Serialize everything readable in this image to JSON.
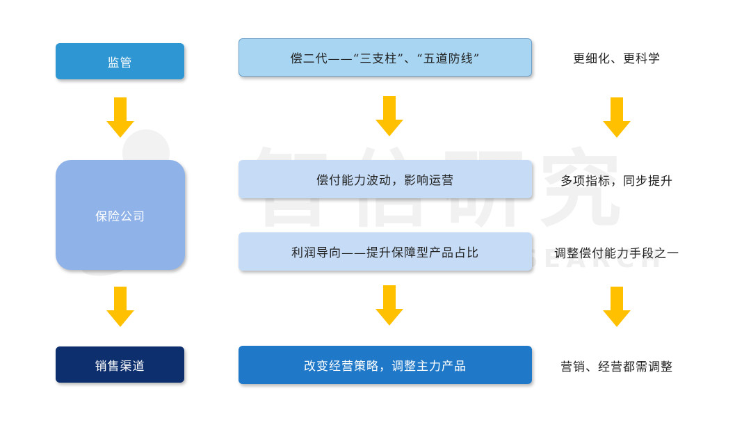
{
  "watermark": {
    "cn": "智信研究",
    "en": "ZHIXIN RESEARCH"
  },
  "left": {
    "regulator": "监管",
    "insurer": "保险公司",
    "channel": "销售渠道"
  },
  "middle": {
    "top": "偿二代——“三支柱”、“五道防线”",
    "solvency": "偿付能力波动，影响运营",
    "profit": "利润导向——提升保障型产品占比",
    "bottom": "改变经营策略，调整主力产品"
  },
  "right": {
    "n1": "更细化、更科学",
    "n2": "多项指标，同步提升",
    "n3": "调整偿付能力手段之一",
    "n4": "营销、经营都需调整"
  },
  "colors": {
    "arrow": "#ffc000",
    "regulator": "#2e96d2",
    "insurer": "#8fb2e8",
    "channel": "#0d2f6e",
    "mid_top": "#a8d6f2",
    "mid_light": "#c6dcf6",
    "mid_bottom": "#1f79c8"
  }
}
